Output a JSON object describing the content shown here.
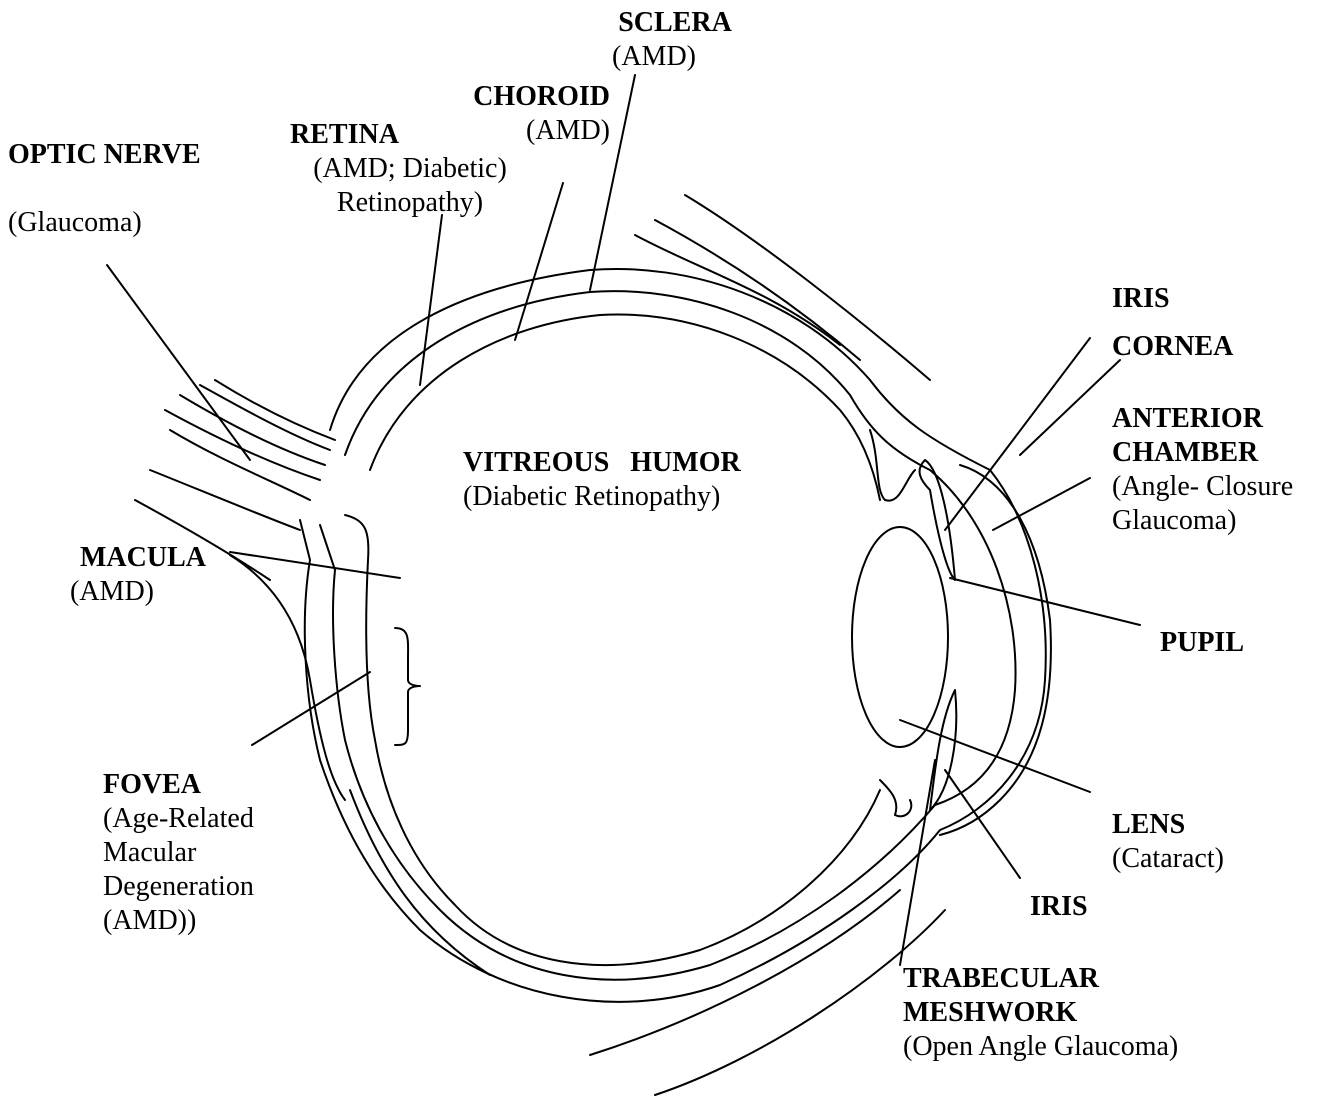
{
  "labels": {
    "sclera": {
      "title": "SCLERA",
      "sub": "(AMD)"
    },
    "choroid": {
      "title": "CHOROID",
      "sub": "(AMD)"
    },
    "retina": {
      "title": "RETINA",
      "sub1": "(AMD; Diabetic)",
      "sub2": "Retinopathy)"
    },
    "optic_nerve": {
      "title": "OPTIC NERVE",
      "sub": "(Glaucoma)"
    },
    "vitreous": {
      "title": "VITREOUS   HUMOR",
      "sub": "(Diabetic Retinopathy)"
    },
    "macula": {
      "title": "MACULA",
      "sub": "(AMD)"
    },
    "fovea": {
      "title": "FOVEA",
      "sub1": "(Age-Related",
      "sub2": "Macular",
      "sub3": "Degeneration",
      "sub4": "(AMD))"
    },
    "iris_top": {
      "title": "IRIS"
    },
    "cornea": {
      "title": "CORNEA"
    },
    "anterior": {
      "title1": "ANTERIOR",
      "title2": "CHAMBER",
      "sub1": "(Angle- Closure",
      "sub2": "Glaucoma)"
    },
    "pupil": {
      "title": "PUPIL"
    },
    "lens": {
      "title": "LENS",
      "sub": "(Cataract)"
    },
    "iris_bottom": {
      "title": "IRIS"
    },
    "trabecular": {
      "title1": "TRABECULAR",
      "title2": "MESHWORK",
      "sub": "(Open Angle Glaucoma)"
    }
  },
  "colors": {
    "line": "#000000",
    "background": "#ffffff"
  }
}
